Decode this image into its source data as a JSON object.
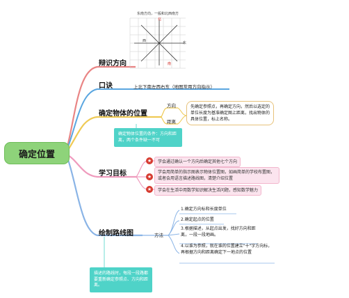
{
  "central": "确定位置",
  "compass": {
    "header": "东南方向，一般和北西南方",
    "north": "北",
    "south": "南",
    "east": "东",
    "west": "西"
  },
  "branches": {
    "b1": {
      "title": "辩识方向",
      "color": "#e98585"
    },
    "b2": {
      "title": "口诀",
      "color": "#5aa6e0",
      "text": "上北下南左西右东（地图常用方向指示）"
    },
    "b3": {
      "title": "确定物体的位置",
      "color": "#efca55",
      "sub1": "方向",
      "sub2": "距离",
      "box": "先确定参照点，再确定方向，然后以选定的单位长度为基准确定图上距离，找出物体的具体位置，标上名称。",
      "note": "确定物体位置的条件：方向和距离，两个条件缺一不可"
    },
    "b4": {
      "title": "学习目标",
      "color": "#ef9bbd",
      "goals": [
        "学会通过确认一个方向后确定其他七个方向",
        "学会用简单的指示图表示物体位置图，如画简单的学校布置图，或者会用语言描述路线图，清楚介绍位置",
        "学会在生活中用数学知识解决生活问题，感知数学魅力"
      ]
    },
    "b5": {
      "title": "绘制路线图",
      "color": "#8ab4e6",
      "method": "方法",
      "steps": [
        "1.确定方向标和长度单位",
        "2.确定起点的位置",
        "3.根据描述，从起点出发，找好方向和距离，一段一段地画。",
        "4.以谁为参照，就在谁的位置建立\"十\"字方向标，再根据方向和距离确定下一地点的位置"
      ],
      "note": "描述的路线时，每段一段路都要重新确定参照点、方向和距离。"
    }
  }
}
